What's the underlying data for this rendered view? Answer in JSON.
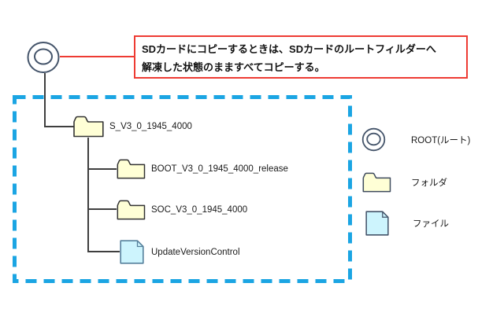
{
  "callout": {
    "line1": "SDカードにコピーするときは、SDカードのルートフィルダーへ",
    "line2": "解凍した状態のまますべてコピーする。"
  },
  "tree": {
    "root_node": {
      "icon": "root-icon"
    },
    "root": {
      "label": "S_V3_0_1945_4000",
      "type": "folder"
    },
    "children": [
      {
        "label": "BOOT_V3_0_1945_4000_release",
        "type": "folder"
      },
      {
        "label": "SOC_V3_0_1945_4000",
        "type": "folder"
      },
      {
        "label": "UpdateVersionControl",
        "type": "file"
      }
    ]
  },
  "legend": [
    {
      "icon": "root-icon",
      "label": "ROOT(ルート)"
    },
    {
      "icon": "folder-icon",
      "label": "フォルダ"
    },
    {
      "icon": "file-icon",
      "label": "ファイル"
    }
  ],
  "colors": {
    "callout_border": "#ee3b33",
    "dashed_box": "#1ba5e3",
    "folder_fill": "#ffffd6",
    "file_fill": "#cdf4fd",
    "icon_outline": "#44546a",
    "connector": "#3f3f3f"
  }
}
